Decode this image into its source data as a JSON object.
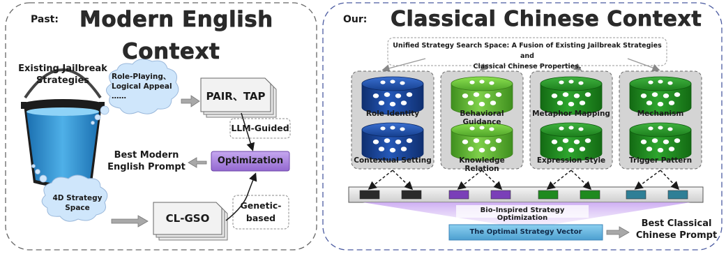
{
  "left_panel": {
    "label": "Past:",
    "title_line1": "Modern English",
    "title_line2": "Context",
    "bucket_label_line1": "Existing Jailbreak",
    "bucket_label_line2": "Strategies",
    "cloud_top_line1": "Role-Playing、",
    "cloud_top_line2": "Logical Appeal",
    "cloud_top_line3": "……",
    "box_pair_tap": "PAIR、TAP",
    "llm_guided": "LLM-Guided",
    "optimization": "Optimization",
    "best_prompt_line1": "Best Modern",
    "best_prompt_line2": "English Prompt",
    "cloud_bottom_line1": "4D Strategy",
    "cloud_bottom_line2": "Space",
    "box_clgso": "CL-GSO",
    "genetic_line1": "Genetic-",
    "genetic_line2": "based"
  },
  "right_panel": {
    "label": "Our:",
    "title": "Classical Chinese Context",
    "search_space_line1": "Unified Strategy Search Space: A Fusion of Existing Jailbreak Strategies and",
    "search_space_line2": "Classical Chinese Properties.",
    "dimensions": [
      {
        "top": "Role Identity",
        "bottom": "Contextual Setting",
        "color": "blue"
      },
      {
        "top": "Behavioral Guidance",
        "bottom": "Knowledge Relation",
        "color": "lightgreen"
      },
      {
        "top": "Metaphor Mapping",
        "bottom": "Expression Style",
        "color": "green"
      },
      {
        "top": "Mechanism",
        "bottom": "Trigger Pattern",
        "color": "green"
      }
    ],
    "bio_inspired": "Bio-Inspired Strategy Optimization",
    "optimal_vector": "The Optimal Strategy Vector",
    "best_classical_line1": "Best Classical",
    "best_classical_line2": "Chinese Prompt"
  },
  "colors": {
    "blue_cyl": "#1f4fa8",
    "green_cyl": "#2a9a2a",
    "lightgreen_cyl": "#66c23a",
    "purple_opt": "#9a6fd4",
    "vector_bar": "#5aaed8"
  }
}
